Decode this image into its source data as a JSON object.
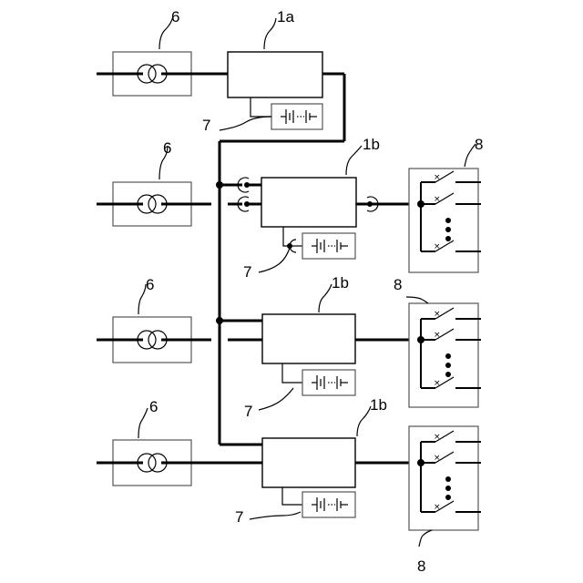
{
  "labels": {
    "transformer": "6",
    "controller_main": "1a",
    "controller_sub": "1b",
    "battery": "7",
    "switchboard": "8"
  }
}
